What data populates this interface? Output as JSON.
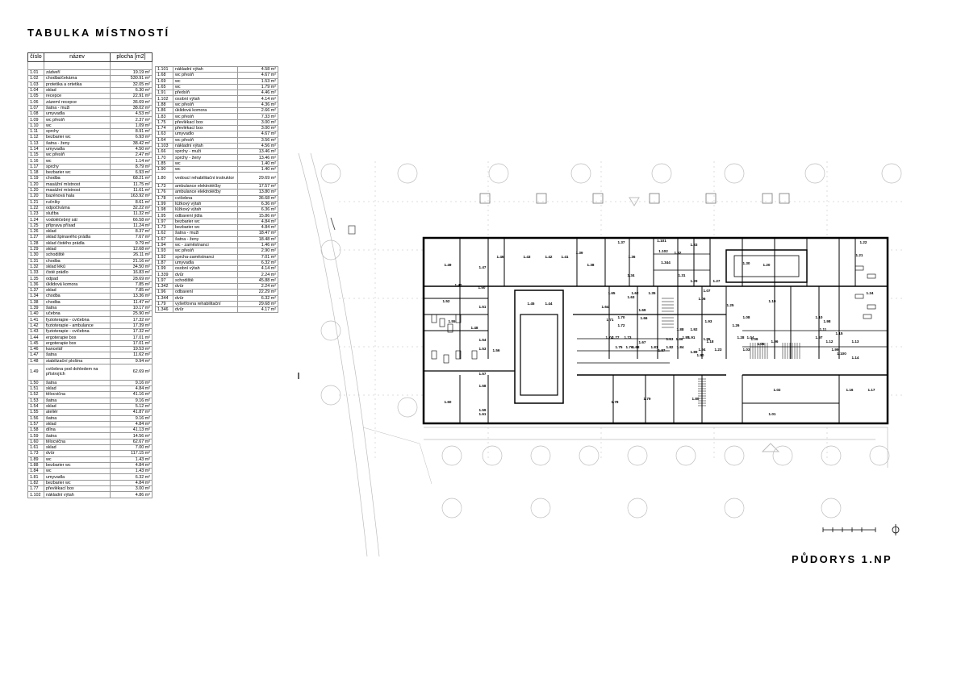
{
  "title": "TABULKA MÍSTNOSTÍ",
  "plan_title": "PŮDORYS 1.NP",
  "table": {
    "headers": [
      "číslo",
      "název",
      "plocha [m2]"
    ],
    "col1": [
      [
        "1.01",
        "zádveří",
        "19.19 m²"
      ],
      [
        "1.02",
        "chodba/čekárna",
        "530.91 m²"
      ],
      [
        "1.03",
        "protetika a ortetika",
        "32.05 m²"
      ],
      [
        "1.04",
        "sklad",
        "6.30 m²"
      ],
      [
        "1.05",
        "recepce",
        "22.91 m²"
      ],
      [
        "1.06",
        "zázemí recepce",
        "36.69 m²"
      ],
      [
        "1.07",
        "šatna - muži",
        "38.02 m²"
      ],
      [
        "1.08",
        "umyvadla",
        "4.53 m²"
      ],
      [
        "1.09",
        "wc přesíň",
        "2.37 m²"
      ],
      [
        "1.10",
        "wc",
        "1.09 m²"
      ],
      [
        "1.11",
        "sprchy",
        "8.91 m²"
      ],
      [
        "1.12",
        "bezbarier wc",
        "6.93 m²"
      ],
      [
        "1.13",
        "šatna - ženy",
        "38.42 m²"
      ],
      [
        "1.14",
        "umyvadla",
        "4.50 m²"
      ],
      [
        "1.15",
        "wc přesíň",
        "2.47 m²"
      ],
      [
        "1.16",
        "wc",
        "1.14 m²"
      ],
      [
        "1.17",
        "sprchy",
        "8.79 m²"
      ],
      [
        "1.18",
        "bezbarier wc",
        "6.93 m²"
      ],
      [
        "1.19",
        "chodba",
        "68.21 m²"
      ],
      [
        "1.20",
        "masážní místnost",
        "11.75 m²"
      ],
      [
        "1.20",
        "masážní místnost",
        "11.61 m²"
      ],
      [
        "1.20",
        "bazénová hala",
        "163.92 m²"
      ],
      [
        "1.21",
        "ručníky",
        "8.61 m²"
      ],
      [
        "1.22",
        "odpočívárna",
        "32.22 m²"
      ],
      [
        "1.23",
        "služba",
        "11.32 m²"
      ],
      [
        "1.24",
        "vodoléčebný sál",
        "66.58 m²"
      ],
      [
        "1.25",
        "příprava přísad",
        "11.24 m²"
      ],
      [
        "1.26",
        "sklad",
        "8.37 m²"
      ],
      [
        "1.27",
        "sklad špinavého prádla",
        "7.67 m²"
      ],
      [
        "1.28",
        "sklad čistého prádla",
        "9.79 m²"
      ],
      [
        "1.29",
        "sklad",
        "12.68 m²"
      ],
      [
        "1.30",
        "schodiště",
        "26.11 m²"
      ],
      [
        "1.31",
        "chodba",
        "21.16 m²"
      ],
      [
        "1.32",
        "sklad léků",
        "34.50 m²"
      ],
      [
        "1.33",
        "čisté prádlo",
        "16.83 m²"
      ],
      [
        "1.35",
        "odpad",
        "28.69 m²"
      ],
      [
        "1.36",
        "úklidová komora",
        "7.85 m²"
      ],
      [
        "1.37",
        "sklad",
        "7.85 m²"
      ],
      [
        "1.34",
        "chodba",
        "13.36 m²"
      ],
      [
        "1.38",
        "chodba",
        "11.47 m²"
      ],
      [
        "1.39",
        "šatna",
        "10.17 m²"
      ],
      [
        "1.40",
        "učebna",
        "25.90 m²"
      ],
      [
        "1.41",
        "fyzioterapie - cvičebna",
        "17.32 m²"
      ],
      [
        "1.42",
        "fyzioterapie - ambulance",
        "17.39 m²"
      ],
      [
        "1.43",
        "fyzioterapie - cvičebna",
        "17.32 m²"
      ],
      [
        "1.44",
        "ergoterapie box",
        "17.01 m²"
      ],
      [
        "1.45",
        "ergoterapie box",
        "17.01 m²"
      ],
      [
        "1.46",
        "kancelář",
        "19.53 m²"
      ],
      [
        "1.47",
        "šatna",
        "11.62 m²"
      ],
      [
        "1.48",
        "stabilizační plošina",
        "9.94 m²"
      ],
      [
        "1.49",
        "cvičebna pod dohledem na přístrojích",
        "62.69 m²"
      ],
      [
        "1.50",
        "šatna",
        "9.16 m²"
      ],
      [
        "1.51",
        "sklad",
        "4.84 m²"
      ],
      [
        "1.52",
        "tělocvična",
        "41.16 m²"
      ],
      [
        "1.53",
        "šatna",
        "9.16 m²"
      ],
      [
        "1.54",
        "sklad",
        "5.12 m²"
      ],
      [
        "1.55",
        "ateliér",
        "41.87 m²"
      ],
      [
        "1.56",
        "šatna",
        "9.16 m²"
      ],
      [
        "1.57",
        "sklad",
        "4.84 m²"
      ],
      [
        "1.58",
        "dílna",
        "41.13 m²"
      ],
      [
        "1.59",
        "šatna",
        "14.56 m²"
      ],
      [
        "1.60",
        "tělocvična",
        "62.67 m²"
      ],
      [
        "1.61",
        "sklad",
        "7.00 m²"
      ],
      [
        "1.73",
        "dvůr",
        "117.15 m²"
      ],
      [
        "1.89",
        "wc",
        "1.43 m²"
      ],
      [
        "1.88",
        "bezbarier wc",
        "4.84 m²"
      ],
      [
        "1.84",
        "wc",
        "1.43 m²"
      ],
      [
        "1.81",
        "umyvadla",
        "6.32 m²"
      ],
      [
        "1.82",
        "bezbarier wc",
        "4.84 m²"
      ],
      [
        "1.77",
        "převlékací box",
        "3.00 m²"
      ],
      [
        "1.102",
        "nákladní výtah",
        "4.86 m²"
      ]
    ],
    "col2": [
      [
        "1.101",
        "nákladní výtah",
        "4.58 m²"
      ],
      [
        "1.68",
        "wc přesíň",
        "4.67 m²"
      ],
      [
        "1.69",
        "wc",
        "1.53 m²"
      ],
      [
        "1.65",
        "wc",
        "1.79 m²"
      ],
      [
        "1.91",
        "předsíň",
        "4.46 m²"
      ],
      [
        "1.102",
        "osobní výtah",
        "4.14 m²"
      ],
      [
        "1.88",
        "wc přesíň",
        "4.36 m²"
      ],
      [
        "1.86",
        "úklidová komora",
        "2.66 m²"
      ],
      [
        "1.83",
        "wc přesíň",
        "7.33 m²"
      ],
      [
        "1.75",
        "převlékací box",
        "3.00 m²"
      ],
      [
        "1.74",
        "převlékací box",
        "3.00 m²"
      ],
      [
        "1.63",
        "umyvadlo",
        "4.67 m²"
      ],
      [
        "1.64",
        "wc přesíň",
        "3.56 m²"
      ],
      [
        "1.103",
        "nákladní výtah",
        "4.56 m²"
      ],
      [
        "1.66",
        "sprchy - muži",
        "13.46 m²"
      ],
      [
        "1.70",
        "sprchy - ženy",
        "13.46 m²"
      ],
      [
        "1.85",
        "wc",
        "1.40 m²"
      ],
      [
        "1.90",
        "wc",
        "1.40 m²"
      ],
      [
        "1.80",
        "vedoucí rehabilitační instruktor",
        "29.69 m²"
      ],
      [
        "1.73",
        "ambulance elektroléčby",
        "17.57 m²"
      ],
      [
        "1.76",
        "ambulance elektroléčby",
        "13.80 m²"
      ],
      [
        "1.78",
        "cvičebna",
        "36.68 m²"
      ],
      [
        "1.99",
        "lůžkový výtah",
        "6.36 m²"
      ],
      [
        "1.98",
        "lůžkový výtah",
        "6.36 m²"
      ],
      [
        "1.95",
        "odbavení jídla",
        "15.86 m²"
      ],
      [
        "1.97",
        "bezbarier wc",
        "4.84 m²"
      ],
      [
        "1.73",
        "bezbarier wc",
        "4.84 m²"
      ],
      [
        "1.62",
        "šatna - muži",
        "18.47 m²"
      ],
      [
        "1.67",
        "šatna - ženy",
        "18.48 m²"
      ],
      [
        "1.94",
        "wc - zaměstnanci",
        "1.46 m²"
      ],
      [
        "1.93",
        "wc přesíň",
        "2.90 m²"
      ],
      [
        "1.92",
        "sprcha-zaměstnanci",
        "7.01 m²"
      ],
      [
        "1.87",
        "umyvadla",
        "6.32 m²"
      ],
      [
        "1.99",
        "osobní výtah",
        "4.14 m²"
      ],
      [
        "1.339",
        "dvůr",
        "2.24 m²"
      ],
      [
        "1.97",
        "schodiště",
        "45.88 m²"
      ],
      [
        "1.342",
        "dvůr",
        "2.24 m²"
      ],
      [
        "1.96",
        "odbavení",
        "22.29 m²"
      ],
      [
        "1.344",
        "dvůr",
        "6.32 m²"
      ],
      [
        "1.79",
        "vyšetřovna rehabilitační",
        "29.68 m²"
      ],
      [
        "1.346",
        "dvůr",
        "4.17 m²"
      ]
    ]
  },
  "plan": {
    "room_labels": [
      "1.49",
      "1.47",
      "1.48",
      "1.40",
      "1.46",
      "1.43",
      "1.42",
      "1.41",
      "1.39",
      "1.38",
      "1.37",
      "1.36",
      "1.101",
      "1.102",
      "1.344",
      "1.32",
      "1.33",
      "1.30",
      "1.22",
      "1.21",
      "1.20",
      "1.24",
      "1.52",
      "1.51",
      "1.50",
      "1.45",
      "1.44",
      "1.34",
      "1.31",
      "1.29",
      "1.27",
      "1.19",
      "1.55",
      "1.54",
      "1.53",
      "1.56",
      "1.57",
      "1.58",
      "1.59",
      "1.60",
      "1.61",
      "1.62",
      "1.63",
      "1.65",
      "1.64",
      "1.66",
      "1.67",
      "1.68",
      "1.69",
      "1.70",
      "1.71",
      "1.72",
      "1.73",
      "1.74",
      "1.75",
      "1.76",
      "1.77",
      "1.78",
      "1.79",
      "1.80",
      "1.81",
      "1.82",
      "1.83",
      "1.84",
      "1.85",
      "1.86",
      "1.87",
      "1.88",
      "1.89",
      "1.90",
      "1.91",
      "1.92",
      "1.93",
      "1.94",
      "1.95",
      "1.96",
      "1.97",
      "1.98",
      "1.99",
      "1.100",
      "1.01",
      "1.02",
      "1.03",
      "1.04",
      "1.05",
      "1.06",
      "1.07",
      "1.08",
      "1.09",
      "1.10",
      "1.11",
      "1.12",
      "1.13",
      "1.14",
      "1.15",
      "1.16",
      "1.17",
      "1.18",
      "1.23",
      "1.25",
      "1.26",
      "1.28",
      "1.35"
    ]
  },
  "colors": {
    "line": "#000000",
    "grid": "#bdbdbd",
    "table_border": "#999999"
  }
}
